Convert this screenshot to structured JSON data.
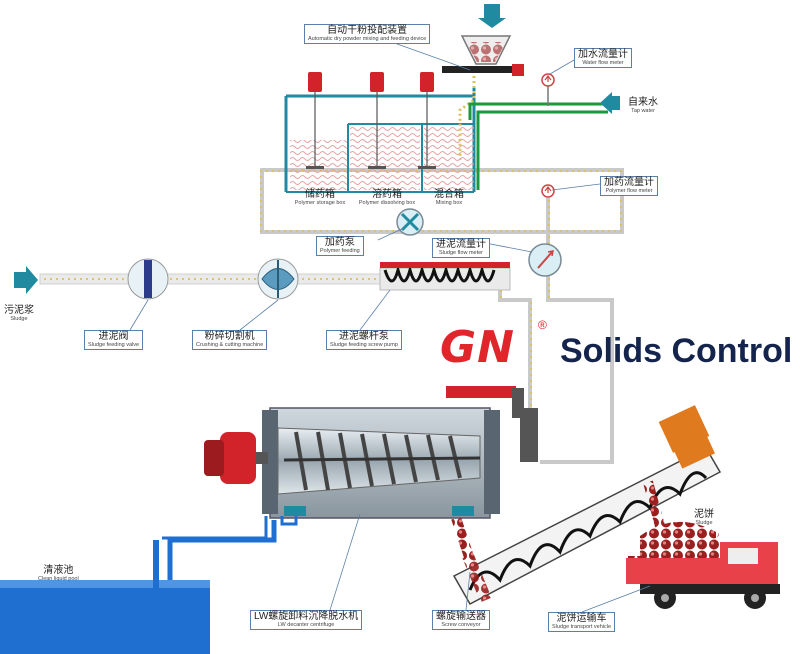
{
  "labels": {
    "dry_powder": {
      "cn": "自动干粉投配装置",
      "en": "Automatic dry powder mixing and feeding device"
    },
    "water_flow": {
      "cn": "加水流量计",
      "en": "Water flow meter"
    },
    "tap_water": {
      "cn": "自来水",
      "en": "Tap water"
    },
    "storage_box": {
      "cn": "储药箱",
      "en": "Polymer storage box"
    },
    "dissolving_box": {
      "cn": "溶药箱",
      "en": "Polymer dissolving box"
    },
    "mixing_box": {
      "cn": "混合箱",
      "en": "Mixing box"
    },
    "polymer_flow": {
      "cn": "加药流量计",
      "en": "Polymer flow meter"
    },
    "polymer_feeding": {
      "cn": "加药泵",
      "en": "Polymer feeding"
    },
    "sludge_flow": {
      "cn": "进泥流量计",
      "en": "Sludge flow meter"
    },
    "sludge_in": {
      "cn": "污泥浆",
      "en": "Sludge"
    },
    "feeding_valve": {
      "cn": "进泥阀",
      "en": "Sludge feeding valve"
    },
    "crushing": {
      "cn": "粉碎切割机",
      "en": "Crushing & cutting machine"
    },
    "screw_pump": {
      "cn": "进泥螺杆泵",
      "en": "Sludge feeding screw pump"
    },
    "sludge_cake": {
      "cn": "泥饼",
      "en": "Sludge"
    },
    "clean_pool": {
      "cn": "清液池",
      "en": "Clean liquid pool"
    },
    "decanter": {
      "cn": "LW螺旋卸料沉降脱水机",
      "en": "LW decanter centrifuge"
    },
    "screw_conveyor": {
      "cn": "螺旋输送器",
      "en": "Screw conveyor"
    },
    "transport_vehicle": {
      "cn": "泥饼运输车",
      "en": "Sludge transport vehicle"
    }
  },
  "brand": {
    "logo": "GN",
    "reg": "®",
    "name": "Solids Control"
  },
  "colors": {
    "pipe_green": "#1a9a3a",
    "pipe_teal": "#1f8aa0",
    "machine_red": "#d2232a",
    "water_blue": "#1e6fd0",
    "cake_orange": "#e07a1f",
    "brand_red": "#e0262a",
    "brand_navy": "#14244d"
  }
}
